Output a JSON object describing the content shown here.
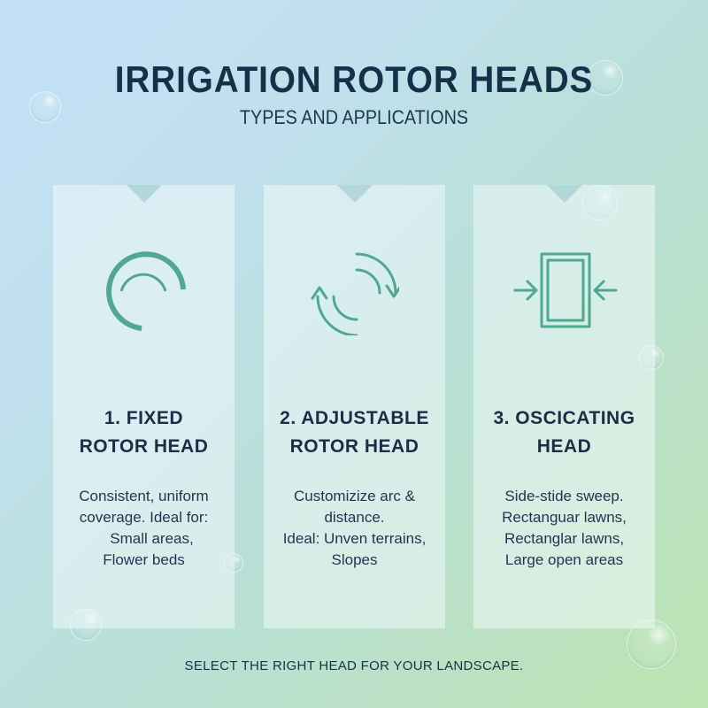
{
  "header": {
    "title": "IRRIGATION ROTOR HEADS",
    "subtitle": "TYPES AND APPLICATIONS"
  },
  "cards": [
    {
      "icon": "partial-arc-icon",
      "heading_line1": "1. FIXED",
      "heading_line2": "ROTOR HEAD",
      "desc": [
        "Consistent, uniform",
        "coverage. Ideal for:",
        "Small areas,",
        "Flower beds"
      ]
    },
    {
      "icon": "rotate-arrows-icon",
      "heading_line1": "2. ADJUSTABLE",
      "heading_line2": "ROTOR HEAD",
      "desc": [
        "Customizize arc &",
        "distance.",
        "Ideal: Unven terrains,",
        "Slopes"
      ]
    },
    {
      "icon": "oscillating-rectangle-icon",
      "heading_line1": "3. OSCICATING",
      "heading_line2": "HEAD",
      "desc": [
        "Side-stide sweep.",
        "Rectanguar lawns,",
        "Rectanglar lawns,",
        "Large open areas"
      ]
    }
  ],
  "footer": {
    "text": "SELECT THE RIGHT HEAD FOR YOUR LANDSCAPE."
  },
  "colors": {
    "icon_teal": "#4fa88f",
    "text_navy": "#16304a"
  }
}
